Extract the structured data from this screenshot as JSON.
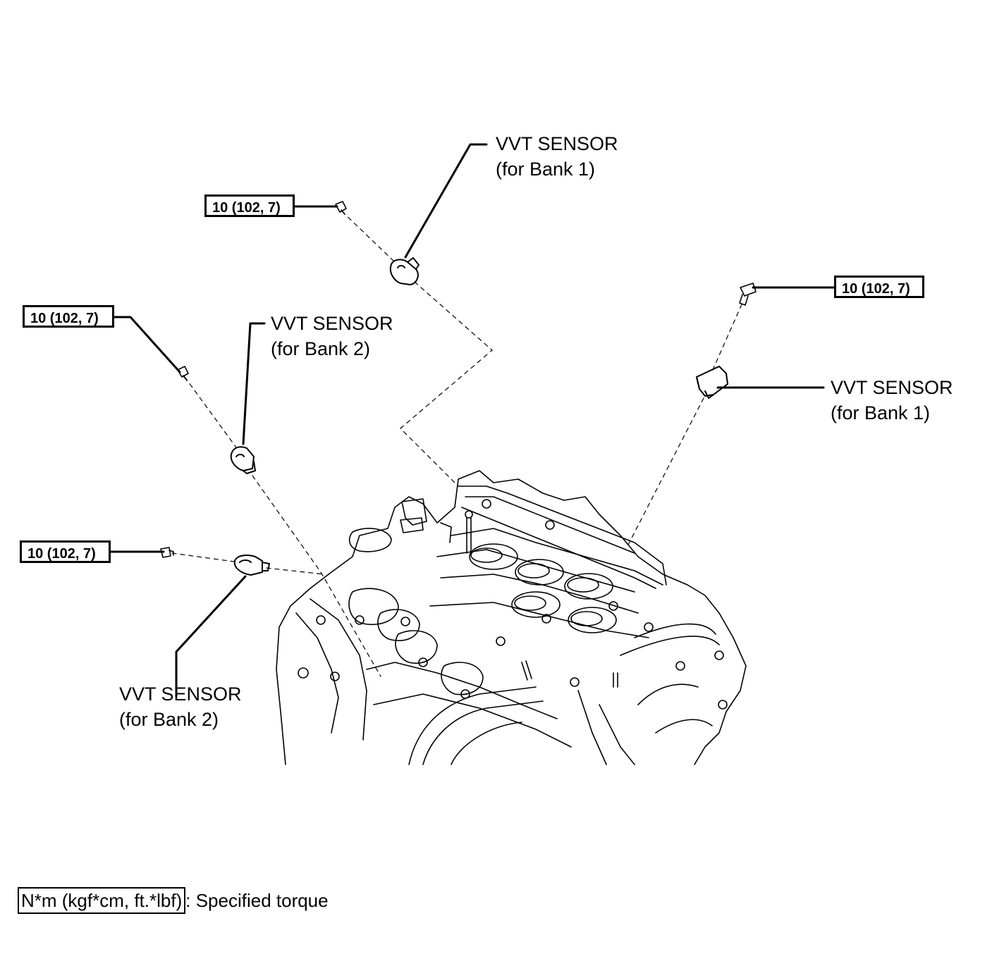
{
  "callouts": {
    "sensor_bank1_top": {
      "line1": "VVT SENSOR",
      "line2": "(for Bank 1)"
    },
    "sensor_bank1_right": {
      "line1": "VVT SENSOR",
      "line2": "(for Bank 1)"
    },
    "sensor_bank2_upper": {
      "line1": "VVT SENSOR",
      "line2": "(for Bank 2)"
    },
    "sensor_bank2_lower": {
      "line1": "VVT SENSOR",
      "line2": "(for Bank 2)"
    }
  },
  "torque": {
    "top": "10 (102, 7)",
    "right": "10 (102, 7)",
    "left_upper": "10 (102, 7)",
    "left_lower": "10 (102, 7)"
  },
  "legend": {
    "box_text": "N*m (kgf*cm, ft.*lbf)",
    "description": ": Specified torque"
  },
  "colors": {
    "line": "#000000",
    "background": "#ffffff"
  }
}
